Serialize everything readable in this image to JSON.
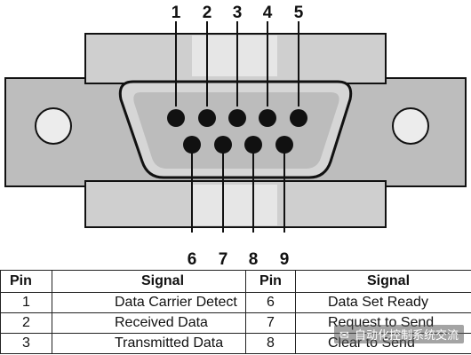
{
  "connector": {
    "top_pins": [
      "1",
      "2",
      "3",
      "4",
      "5"
    ],
    "bottom_pins": [
      "6",
      "7",
      "8",
      "9"
    ]
  },
  "table": {
    "headers": [
      "Pin",
      "Signal",
      "Pin",
      "Signal"
    ],
    "rows": [
      {
        "pin_left": "1",
        "signal_left": "Data Carrier Detect",
        "pin_right": "6",
        "signal_right": "Data Set Ready"
      },
      {
        "pin_left": "2",
        "signal_left": "Received Data",
        "pin_right": "7",
        "signal_right": "Request to Send"
      },
      {
        "pin_left": "3",
        "signal_left": "Transmitted Data",
        "pin_right": "8",
        "signal_right": "Clear to Send"
      }
    ]
  },
  "watermark": {
    "text": "自动化控制系统交流"
  },
  "colors": {
    "shell": "#c8c8c8",
    "shell_dark": "#a9a9a9",
    "face": "#d4d4d4",
    "pin": "#111111"
  }
}
